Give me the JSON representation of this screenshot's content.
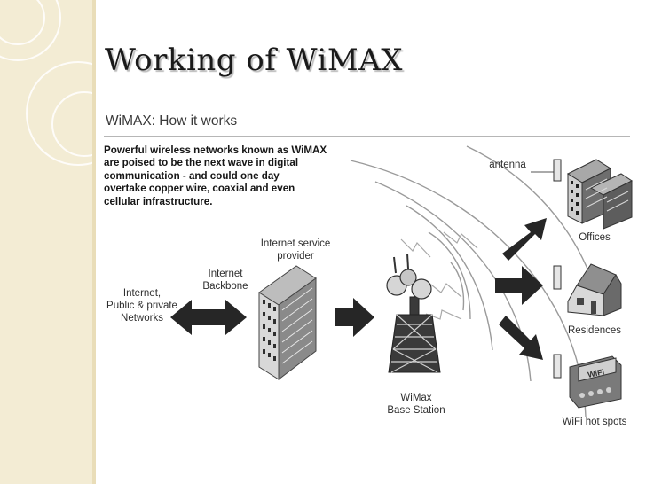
{
  "slide": {
    "title": "Working of WiMAX"
  },
  "diagram": {
    "subtitle": "WiMAX: How it works",
    "intro_lines": [
      "Powerful wireless networks known as WiMAX",
      "are poised to be the next wave in digital",
      "communication - and could one day",
      "overtake copper wire, coaxial and even",
      "cellular infrastructure."
    ],
    "labels": {
      "internet_public": [
        "Internet,",
        "Public & private",
        "Networks"
      ],
      "internet_backbone": [
        "Internet",
        "Backbone"
      ],
      "isp": [
        "Internet service",
        "provider"
      ],
      "base_station": [
        "WiMax",
        "Base Station"
      ],
      "antenna": "antenna",
      "offices": "Offices",
      "residences": "Residences",
      "wifi_hotspots": "WiFi hot spots",
      "wifi_sign": "WiFi"
    },
    "colors": {
      "arrow": "#262626",
      "building": "#6e6e6e",
      "background_band": "#f3ecd4",
      "title_shadow": "#b9b9b9"
    }
  }
}
